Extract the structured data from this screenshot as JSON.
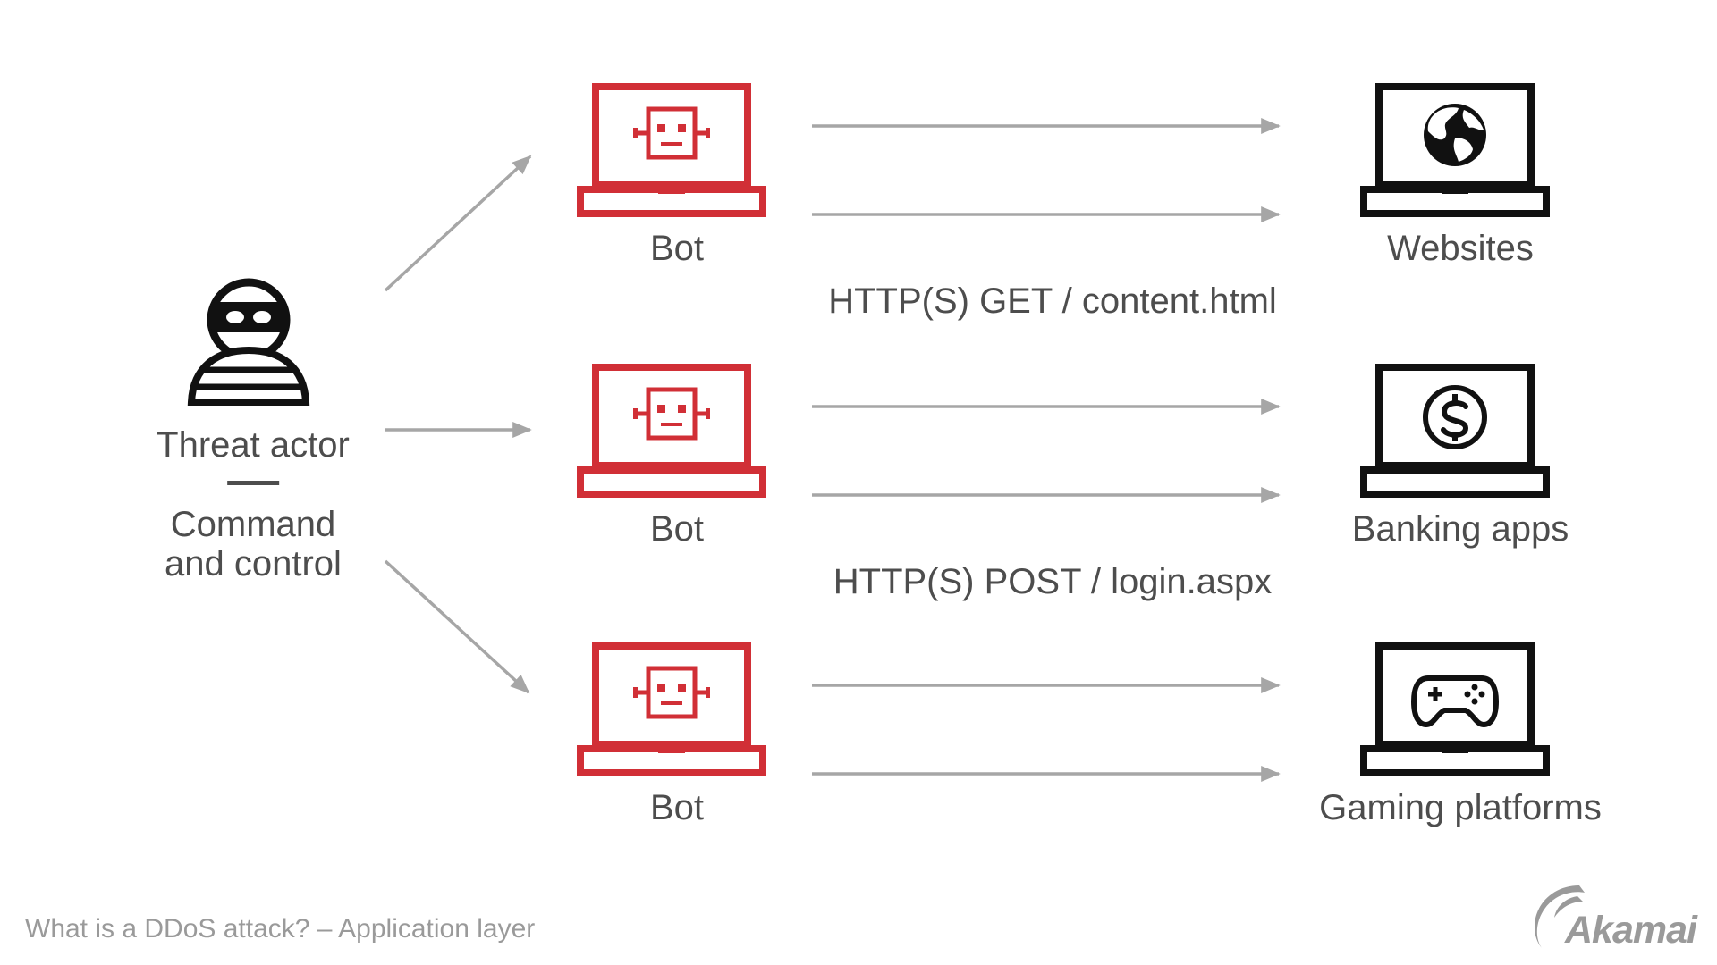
{
  "diagram": {
    "actor": {
      "label": "Threat actor",
      "sublabel_line1": "Command",
      "sublabel_line2": "and control",
      "icon": "masked-person-icon"
    },
    "bots": [
      {
        "label": "Bot",
        "icon": "robot-laptop-icon"
      },
      {
        "label": "Bot",
        "icon": "robot-laptop-icon"
      },
      {
        "label": "Bot",
        "icon": "robot-laptop-icon"
      }
    ],
    "targets": [
      {
        "label": "Websites",
        "icon": "globe-laptop-icon"
      },
      {
        "label": "Banking apps",
        "icon": "dollar-laptop-icon"
      },
      {
        "label": "Gaming platforms",
        "icon": "gamepad-laptop-icon"
      }
    ],
    "requests": [
      {
        "label": "HTTP(S) GET / content.html"
      },
      {
        "label": "HTTP(S) POST / login.aspx"
      }
    ]
  },
  "footer": {
    "caption": "What is a DDoS attack? – Application layer",
    "brand": "Akamai"
  },
  "colors": {
    "bot_red": "#d12f36",
    "target_black": "#111111",
    "arrow_gray": "#a6a6a6",
    "text_gray": "#4d4d4d",
    "footer_gray": "#9a9a9a"
  }
}
